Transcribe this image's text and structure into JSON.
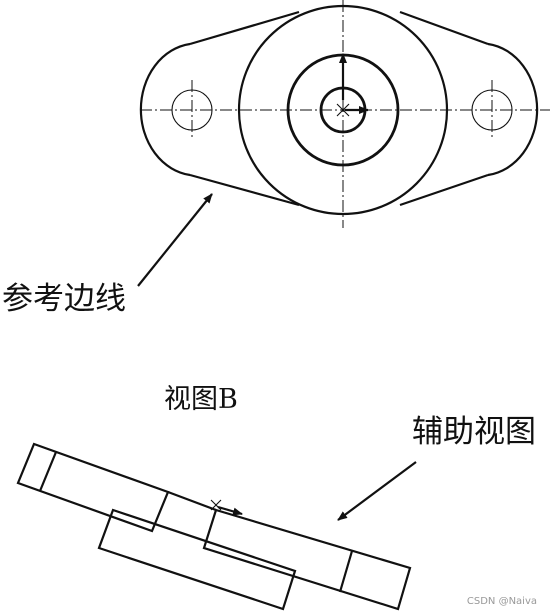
{
  "labels": {
    "reference_edge": "参考边线",
    "view_b": "视图B",
    "auxiliary_view": "辅助视图"
  },
  "watermark": "CSDN @Naiva",
  "colors": {
    "line": "#111111",
    "background": "#ffffff",
    "watermark": "#999999"
  }
}
